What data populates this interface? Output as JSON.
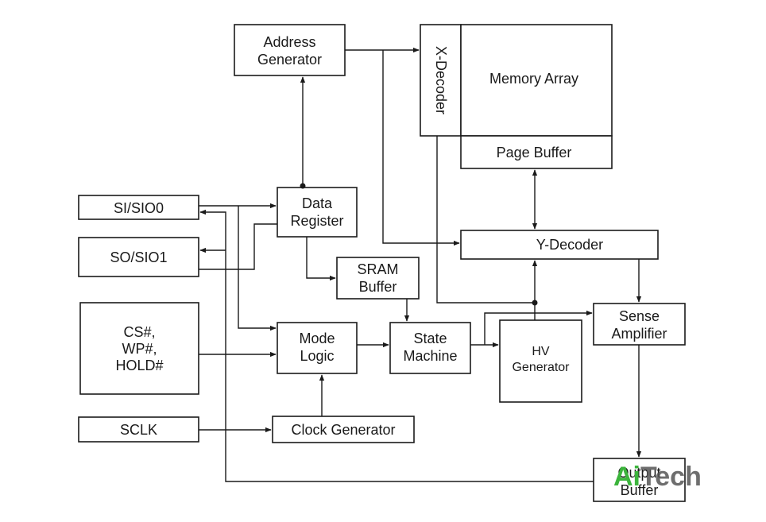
{
  "blocks": {
    "address_generator": [
      "Address",
      "Generator"
    ],
    "x_decoder": "X-Decoder",
    "memory_array": "Memory Array",
    "page_buffer": "Page Buffer",
    "si_sio0": "SI/SIO0",
    "so_sio1": "SO/SIO1",
    "data_register": [
      "Data",
      "Register"
    ],
    "y_decoder": "Y-Decoder",
    "sram_buffer": [
      "SRAM",
      "Buffer"
    ],
    "control_pins": [
      "CS#,",
      "WP#,",
      "HOLD#"
    ],
    "mode_logic": [
      "Mode",
      "Logic"
    ],
    "state_machine": [
      "State",
      "Machine"
    ],
    "hv_generator": [
      "HV",
      "Generator"
    ],
    "sense_amplifier": [
      "Sense",
      "Amplifier"
    ],
    "sclk": "SCLK",
    "clock_generator": "Clock Generator",
    "output_buffer": [
      "Output",
      "Buffer"
    ]
  },
  "watermark": {
    "part1": "Ai",
    "part2": "Tech",
    "color1": "#3cb43c",
    "color2": "#555555"
  }
}
